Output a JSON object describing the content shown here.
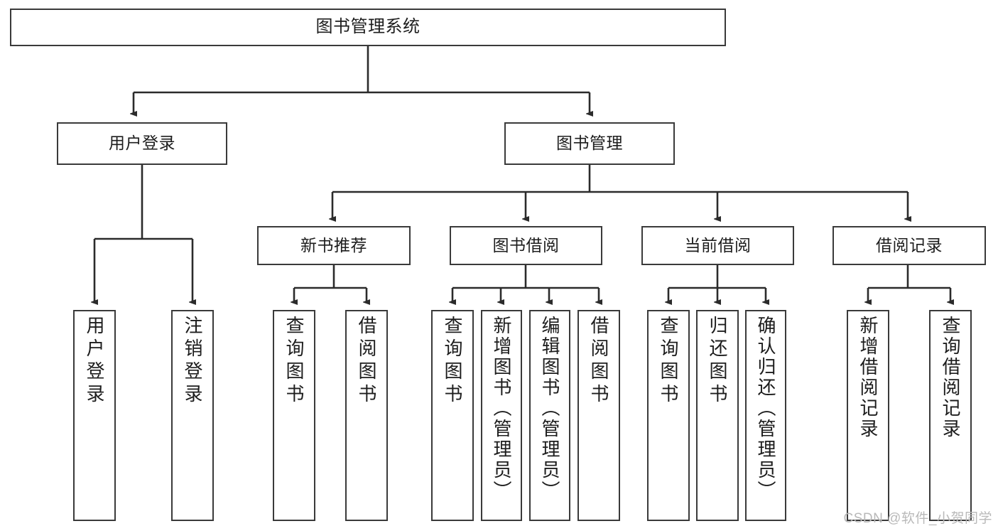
{
  "diagram": {
    "title": "图书管理系统",
    "type": "tree-hierarchy-diagram",
    "colors": {
      "stroke": "#3a3a3a",
      "fill": "#ffffff",
      "text": "#1d1d1d",
      "watermark": "#b9b9b9"
    },
    "root": {
      "label": "图书管理系统"
    },
    "level1": [
      {
        "label": "用户登录"
      },
      {
        "label": "图书管理"
      }
    ],
    "level2": [
      {
        "label": "新书推荐"
      },
      {
        "label": "图书借阅"
      },
      {
        "label": "当前借阅"
      },
      {
        "label": "借阅记录"
      }
    ],
    "leaves": {
      "user_login": [
        {
          "label": "用户登录"
        },
        {
          "label": "注销登录"
        }
      ],
      "new_book_recommend": [
        {
          "label": "查询图书"
        },
        {
          "label": "借阅图书"
        }
      ],
      "book_borrow": [
        {
          "label": "查询图书"
        },
        {
          "label": "新增图书（管理员）"
        },
        {
          "label": "编辑图书（管理员）"
        },
        {
          "label": "借阅图书"
        }
      ],
      "current_borrow": [
        {
          "label": "查询图书"
        },
        {
          "label": "归还图书"
        },
        {
          "label": "确认归还（管理员）"
        }
      ],
      "borrow_records": [
        {
          "label": "新增借阅记录"
        },
        {
          "label": "查询借阅记录"
        }
      ]
    },
    "watermark": "CSDN @软件_小贺同学"
  }
}
